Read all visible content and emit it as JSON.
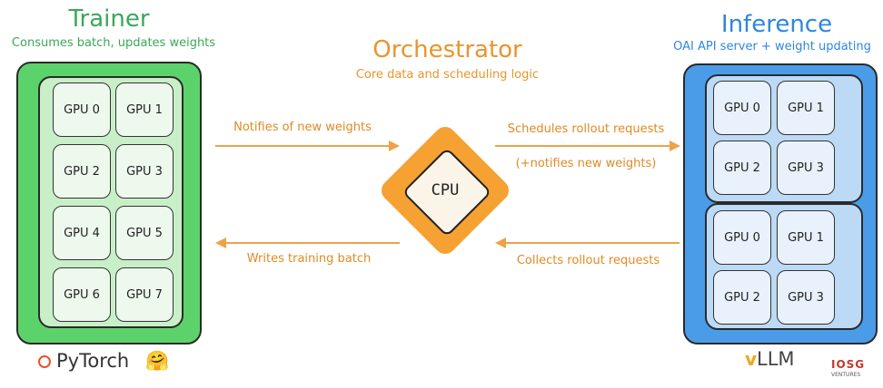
{
  "trainer": {
    "title": "Trainer",
    "subtitle": "Consumes batch, updates weights",
    "gpus": [
      "GPU 0",
      "GPU 1",
      "GPU 2",
      "GPU 3",
      "GPU 4",
      "GPU 5",
      "GPU 6",
      "GPU 7"
    ],
    "logo": "PyTorch",
    "emoji": "🤗"
  },
  "orchestrator": {
    "title": "Orchestrator",
    "subtitle": "Core data and scheduling logic",
    "chip": "CPU"
  },
  "inference": {
    "title": "Inference",
    "subtitle": "OAI API server + weight updating",
    "group1": [
      "GPU 0",
      "GPU 1",
      "GPU 2",
      "GPU 3"
    ],
    "group2": [
      "GPU 0",
      "GPU 1",
      "GPU 2",
      "GPU 3"
    ],
    "logo": "LLM",
    "logo_mark": "v"
  },
  "arrows": {
    "notifies": "Notifies of new weights",
    "writes": "Writes training batch",
    "schedules": "Schedules rollout requests",
    "schedules_note": "(+notifies new weights)",
    "collects": "Collects rollout requests"
  },
  "watermark": {
    "name": "IOSG",
    "sub": "VENTURES"
  },
  "colors": {
    "green": "#5cd36a",
    "blue": "#4b9ce8",
    "orange": "#f5a233"
  }
}
